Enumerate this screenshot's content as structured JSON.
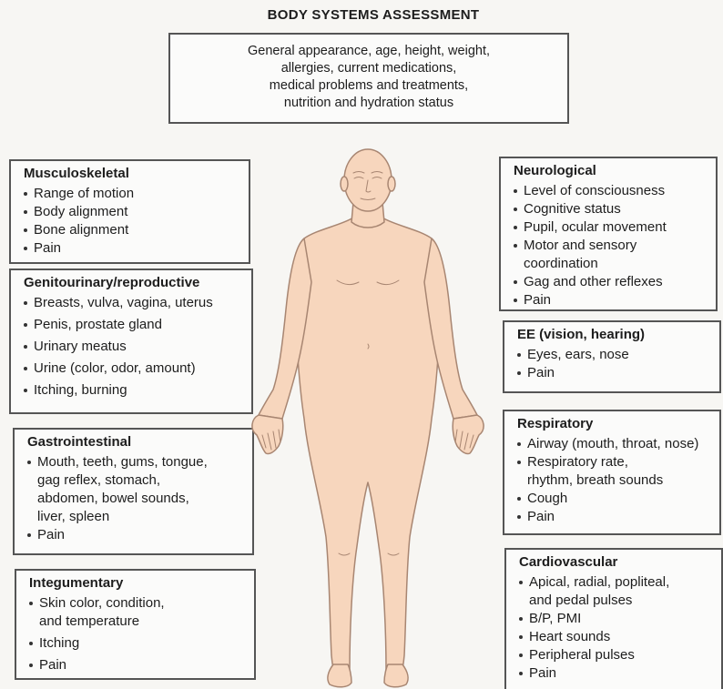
{
  "title": "BODY SYSTEMS ASSESSMENT",
  "general": {
    "lines": [
      "General appearance, age, height, weight,",
      "allergies, current medications,",
      "medical problems and treatments,",
      "nutrition and hydration status"
    ]
  },
  "systems": {
    "musculoskeletal": {
      "heading": "Musculoskeletal",
      "items": [
        "Range of motion",
        "Body alignment",
        "Bone alignment",
        "Pain"
      ]
    },
    "genitourinary": {
      "heading": "Genitourinary/reproductive",
      "items": [
        "Breasts, vulva, vagina, uterus",
        "Penis, prostate gland",
        "Urinary meatus",
        "Urine (color, odor, amount)",
        "Itching, burning"
      ]
    },
    "gastrointestinal": {
      "heading": "Gastrointestinal",
      "items": [
        "Mouth, teeth, gums, tongue,",
        "gag reflex, stomach,",
        "abdomen, bowel sounds,",
        "liver, spleen",
        "Pain"
      ]
    },
    "integumentary": {
      "heading": "Integumentary",
      "items": [
        "Skin color, condition,",
        "and temperature",
        "Itching",
        "Pain"
      ]
    },
    "neurological": {
      "heading": "Neurological",
      "items": [
        "Level of consciousness",
        "Cognitive status",
        "Pupil, ocular movement",
        "Motor and sensory",
        "coordination",
        "Gag and other reflexes",
        "Pain"
      ]
    },
    "eent": {
      "heading": "EE (vision, hearing)",
      "items": [
        "Eyes, ears, nose",
        "Pain"
      ]
    },
    "respiratory": {
      "heading": "Respiratory",
      "items": [
        "Airway (mouth, throat, nose)",
        "Respiratory rate,",
        "rhythm, breath sounds",
        "Cough",
        "Pain"
      ]
    },
    "cardiovascular": {
      "heading": "Cardiovascular",
      "items": [
        "Apical, radial, popliteal,",
        "and pedal pulses",
        "B/P, PMI",
        "Heart sounds",
        "Peripheral pulses",
        "Pain"
      ]
    }
  },
  "colors": {
    "skin": "#f7d6bd",
    "outline": "#a88672",
    "border": "#555555"
  }
}
